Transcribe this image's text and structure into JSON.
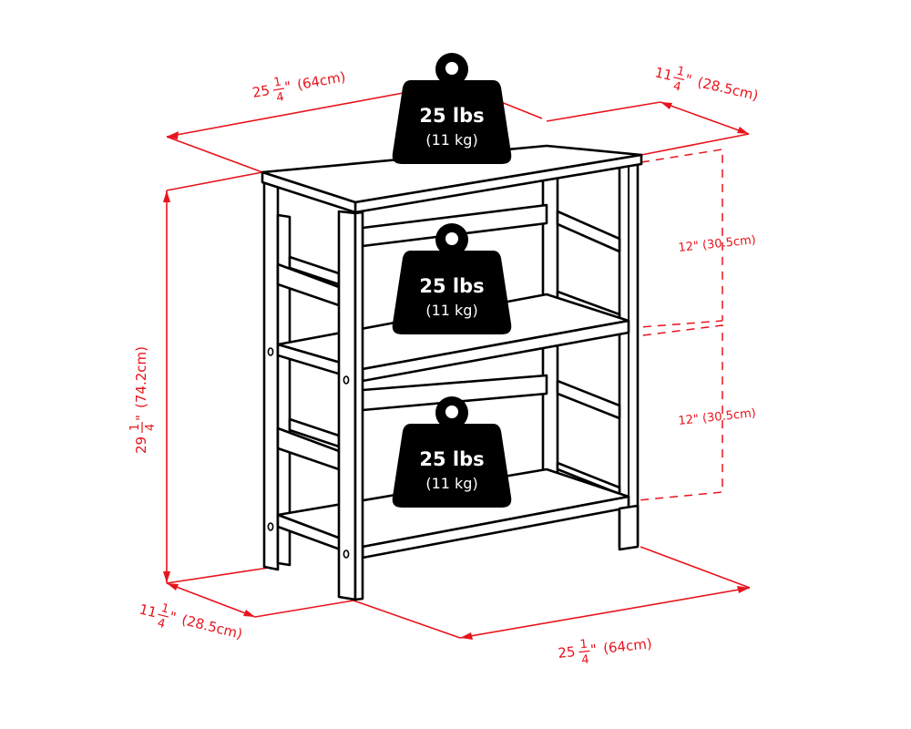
{
  "diagram": {
    "title": "Shelf unit dimensions and load capacity",
    "colors": {
      "dimension": "#e8141c",
      "outline": "#000000",
      "weight_fill": "#000000",
      "weight_text": "#ffffff",
      "background": "#ffffff"
    },
    "dimensions": {
      "top_width": {
        "whole": "25",
        "num": "1",
        "den": "4",
        "unit": "\"",
        "metric": "(64cm)"
      },
      "top_depth": {
        "whole": "11",
        "num": "1",
        "den": "4",
        "unit": "\"",
        "metric": "(28.5cm)"
      },
      "height": {
        "whole": "29",
        "num": "1",
        "den": "4",
        "unit": "\"",
        "metric": "(74.2cm)"
      },
      "shelf_gap_upper": {
        "label": "12\" (30.5cm)"
      },
      "shelf_gap_lower": {
        "label": "12\" (30.5cm)"
      },
      "bottom_depth": {
        "whole": "11",
        "num": "1",
        "den": "4",
        "unit": "\"",
        "metric": "(28.5cm)"
      },
      "bottom_width": {
        "whole": "25",
        "num": "1",
        "den": "4",
        "unit": "\"",
        "metric": "(64cm)"
      }
    },
    "weights": [
      {
        "position": "top",
        "lbs": "25 lbs",
        "kg": "(11 kg)"
      },
      {
        "position": "middle",
        "lbs": "25 lbs",
        "kg": "(11 kg)"
      },
      {
        "position": "bottom",
        "lbs": "25 lbs",
        "kg": "(11 kg)"
      }
    ]
  }
}
